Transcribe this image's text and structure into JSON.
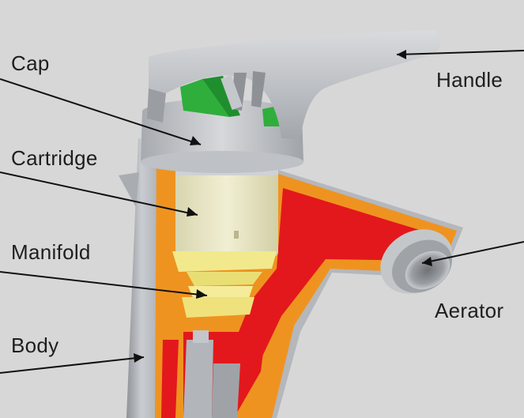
{
  "labels": {
    "cap": "Cap",
    "handle": "Handle",
    "cartridge": "Cartridge",
    "manifold": "Manifold",
    "aerator": "Aerator",
    "body": "Body"
  },
  "colors": {
    "background": "#d7d7d7",
    "metal": "#b9bcc1",
    "cutaway_orange": "#ef9320",
    "water_red": "#e3181c",
    "cartridge_cream": "#e8e6c4",
    "manifold_yellow": "#f2e98c",
    "seal_green": "#2fae3c",
    "leader_line": "#111111"
  }
}
